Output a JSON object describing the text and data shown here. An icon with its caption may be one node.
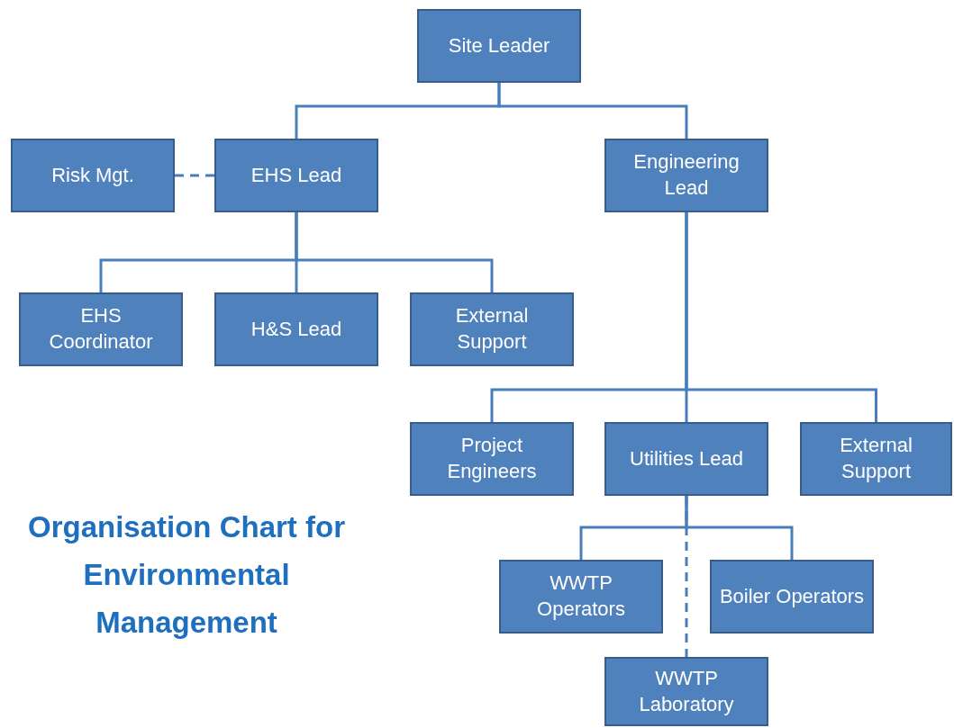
{
  "diagram": {
    "title": "Organisation Chart for Environmental Management",
    "nodes": [
      {
        "text": [
          "Site Leader"
        ]
      },
      {
        "text": [
          "Risk Mgt."
        ]
      },
      {
        "text": [
          "EHS Lead"
        ]
      },
      {
        "text": [
          "Engineering Lead"
        ]
      },
      {
        "text": [
          "EHS Coordinator"
        ]
      },
      {
        "text": [
          "H&S Lead"
        ]
      },
      {
        "text": [
          "External Support"
        ]
      },
      {
        "text": [
          "Project Engineers"
        ]
      },
      {
        "text": [
          "Utilities Lead"
        ]
      },
      {
        "text": [
          "External Support"
        ]
      },
      {
        "text": [
          "WWTP Operators"
        ]
      },
      {
        "text": [
          "Boiler Operators"
        ]
      },
      {
        "text": [
          "WWTP Laboratory"
        ]
      }
    ],
    "edges": [
      {
        "from": 0,
        "to": 2,
        "arrow": "none"
      },
      {
        "from": 0,
        "to": 3,
        "arrow": "none"
      },
      {
        "from": 2,
        "to": 1,
        "arrow": "none",
        "style": "dashed"
      },
      {
        "from": 2,
        "to": 4,
        "arrow": "none"
      },
      {
        "from": 2,
        "to": 5,
        "arrow": "none"
      },
      {
        "from": 2,
        "to": 6,
        "arrow": "none"
      },
      {
        "from": 3,
        "to": 7,
        "arrow": "none"
      },
      {
        "from": 3,
        "to": 8,
        "arrow": "none"
      },
      {
        "from": 3,
        "to": 9,
        "arrow": "none"
      },
      {
        "from": 8,
        "to": 10,
        "arrow": "none"
      },
      {
        "from": 8,
        "to": 11,
        "arrow": "none"
      },
      {
        "from": 8,
        "to": 12,
        "arrow": "none",
        "style": "dashed"
      }
    ]
  }
}
